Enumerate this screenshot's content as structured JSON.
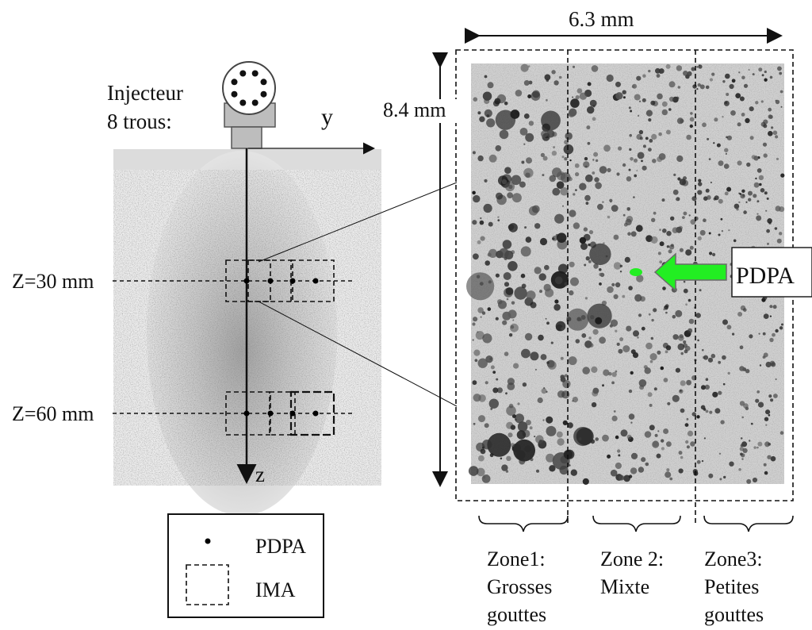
{
  "injector": {
    "label_line1": "Injecteur",
    "label_line2": "8 trous:",
    "hole_count": 8
  },
  "axes": {
    "y_label": "y",
    "z_label": "z"
  },
  "stations": [
    {
      "label": "Z=30 mm",
      "z_mm": 30
    },
    {
      "label": "Z=60 mm",
      "z_mm": 60
    }
  ],
  "legend": {
    "point_label": "PDPA",
    "box_label": "IMA"
  },
  "image_panel": {
    "width_label": "6.3 mm",
    "height_label": "8.4 mm",
    "pdpa_callout": "PDPA",
    "arrow_color": "#22ee22",
    "zones": [
      {
        "line1": "Zone1:",
        "line2": "Grosses",
        "line3": "gouttes"
      },
      {
        "line1": "Zone 2:",
        "line2": "Mixte",
        "line3": ""
      },
      {
        "line1": "Zone3:",
        "line2": "Petites",
        "line3": "gouttes"
      }
    ]
  }
}
